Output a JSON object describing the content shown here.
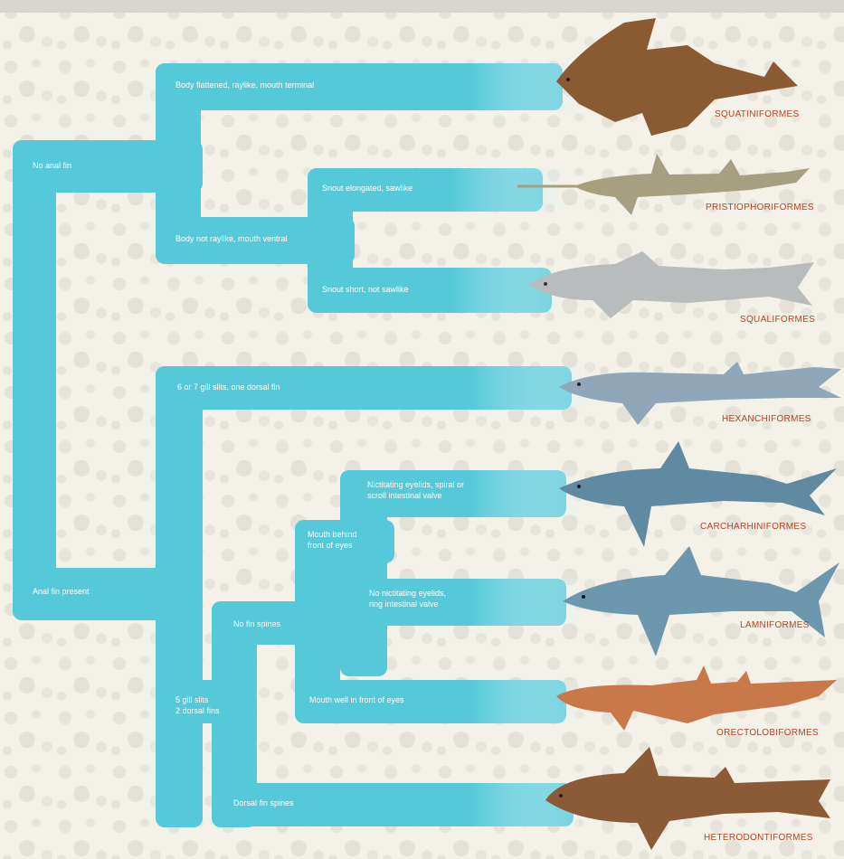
{
  "colors": {
    "branch": "#55c9d9",
    "branch_fade": "#eaf8fa",
    "paper": "#f4f1e8",
    "order_text": "#b9421c"
  },
  "labels": {
    "no_anal_fin": "No anal fin",
    "anal_fin_present": "Anal fin present",
    "body_flattened": "Body flattened, raylike, mouth terminal",
    "body_not_raylike": "Body not raylike, mouth ventral",
    "snout_elongated": "Snout elongated, sawlike",
    "snout_short": "Snout short, not sawlike",
    "gill_6_7": "6 or 7 gill slits, one dorsal fin",
    "gill_5": "5 gill slits\n2 dorsal fins",
    "no_fin_spines": "No fin spines",
    "dorsal_fin_spines": "Dorsal fin spines",
    "mouth_behind": "Mouth behind\nfront of eyes",
    "mouth_well": "Mouth well in front of eyes",
    "nictitating": "Nictitating eyelids, spiral or\nscroll intestinal valve",
    "no_nictitating": "No nictitating eyelids,\nring intestinal valve"
  },
  "orders": [
    "SQUATINIFORMES",
    "PRISTIOPHORIFORMES",
    "SQUALIFORMES",
    "HEXANCHIFORMES",
    "CARCHARHINIFORMES",
    "LAMNIFORMES",
    "ORECTOLOBIFORMES",
    "HETERODONTIFORMES"
  ],
  "sharks": [
    {
      "name": "angel-shark-icon",
      "color": "#8a5a33"
    },
    {
      "name": "sawshark-icon",
      "color": "#a69f80"
    },
    {
      "name": "dogfish-icon",
      "color": "#b9bcbd"
    },
    {
      "name": "sixgill-shark-icon",
      "color": "#8fa7b8"
    },
    {
      "name": "requiem-shark-icon",
      "color": "#5f8aa1"
    },
    {
      "name": "mackerel-shark-icon",
      "color": "#6c97ad"
    },
    {
      "name": "carpet-shark-icon",
      "color": "#c9784a"
    },
    {
      "name": "bullhead-shark-icon",
      "color": "#8b5a36"
    }
  ]
}
